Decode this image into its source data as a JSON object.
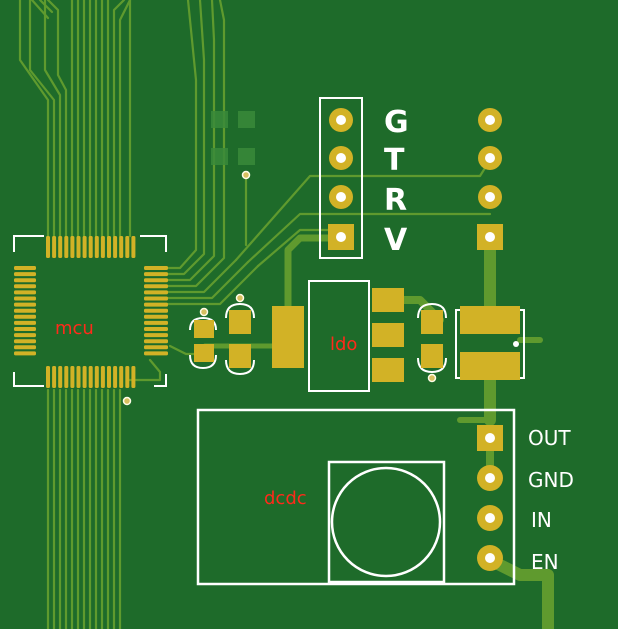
{
  "board": {
    "colors": {
      "board": "#1e6b2a",
      "copper": "#c8a82c",
      "pad": "#d2b226",
      "silkscreen": "#ffffff",
      "refdes": "#ff2a1a",
      "background": "#ffffff"
    },
    "components": {
      "mcu": "mcu",
      "ldo": "ldo",
      "dcdc": "dcdc"
    },
    "header_labels": [
      "G",
      "T",
      "R",
      "V"
    ],
    "dcdc_pins": [
      "OUT",
      "GND",
      "IN",
      "EN"
    ]
  }
}
